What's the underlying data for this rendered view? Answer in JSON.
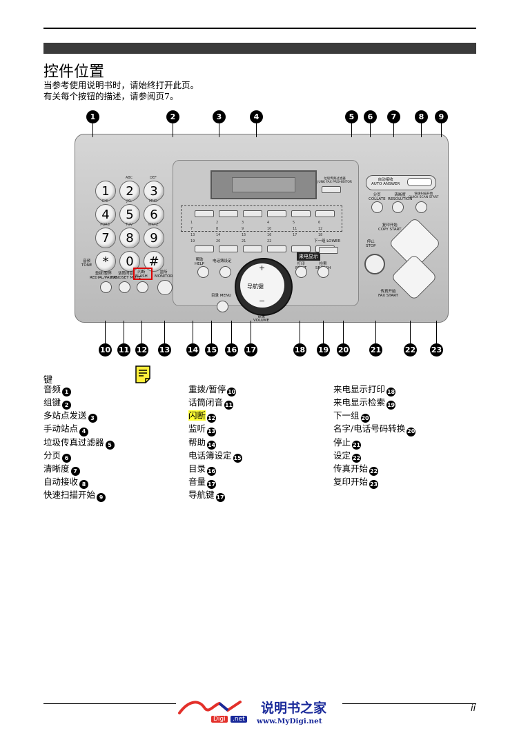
{
  "page": {
    "title": "控件位置",
    "intro_1": "当参考使用说明书时，请始终打开此页。",
    "intro_2": "有关每个按钮的描述，请参阅页7。",
    "page_number": "ii"
  },
  "diagram": {
    "callouts_top": [
      "1",
      "2",
      "3",
      "4",
      "5",
      "6",
      "7",
      "8",
      "9"
    ],
    "callouts_bottom": [
      "10",
      "11",
      "12",
      "13",
      "14",
      "15",
      "16",
      "17",
      "18",
      "19",
      "20",
      "21",
      "22",
      "23"
    ],
    "keypad": {
      "keys": [
        "1",
        "2",
        "3",
        "4",
        "5",
        "6",
        "7",
        "8",
        "9",
        "*",
        "0",
        "#"
      ],
      "letters": [
        "",
        "ABC",
        "DEF",
        "GHI",
        "JKL",
        "MNO",
        "PQRS",
        "TUV",
        "WXYZ",
        "",
        "",
        ""
      ]
    },
    "labels": {
      "tone": "音频\nTONE",
      "redial": "重拨/暂停\nREDIAL/PAUSE",
      "mute": "话筒闭音\nHANDSET MUTE",
      "flash": "闪断\nFLASH",
      "monitor": "监听\nMONITOR",
      "help": "帮助\nHELP",
      "phonebook": "电话簿设定",
      "menu": "目录 MENU",
      "navigator": "导航键",
      "volume": "音量\nVOLUME",
      "caller_id": "来电显示",
      "print": "打印\nPRINT",
      "search": "检索\nSEARCH",
      "lower": "下一组 LOWER",
      "junk_fax": "垃圾传真过滤器\nJUNK FAX PROHIBITOR",
      "auto_answer": "自动接收\nAUTO ANSWER",
      "collate": "分页\nCOLLATE",
      "resolution": "清晰度\nRESOLUTION",
      "quick_scan": "快速扫描开始\nQUICK SCAN START",
      "copy_start": "复印开始\nCOPY START",
      "stop": "停止\nSTOP",
      "fax_start": "传真开始\nFAX START",
      "plus": "+",
      "minus": "−"
    },
    "station_numbers": [
      "1",
      "2",
      "3",
      "4",
      "5",
      "6",
      "7",
      "8",
      "9",
      "10",
      "11",
      "12",
      "13",
      "14",
      "15",
      "16",
      "17",
      "18",
      "19",
      "20",
      "21",
      "22"
    ]
  },
  "legend": {
    "heading": "键",
    "note_icon": "note-icon",
    "column_1": [
      {
        "text": "音频",
        "n": "1"
      },
      {
        "text": "组键",
        "n": "2"
      },
      {
        "text": "多站点发送",
        "n": "3"
      },
      {
        "text": "手动站点",
        "n": "4"
      },
      {
        "text": "垃圾传真过滤器",
        "n": "5"
      },
      {
        "text": "分页",
        "n": "6"
      },
      {
        "text": "清晰度",
        "n": "7"
      },
      {
        "text": "自动接收",
        "n": "8"
      },
      {
        "text": "快速扫描开始",
        "n": "9"
      }
    ],
    "column_2": [
      {
        "text": "重拨/暂停",
        "n": "10"
      },
      {
        "text": "话筒闭音",
        "n": "11"
      },
      {
        "text": "闪断",
        "n": "12"
      },
      {
        "text": "监听",
        "n": "13"
      },
      {
        "text": "帮助",
        "n": "14"
      },
      {
        "text": "电话簿设定",
        "n": "15"
      },
      {
        "text": "目录",
        "n": "16"
      },
      {
        "text": "音量",
        "n": "17"
      },
      {
        "text": "导航键",
        "n": "17"
      }
    ],
    "column_3": [
      {
        "text": "来电显示打印",
        "n": "18"
      },
      {
        "text": "来电显示检索",
        "n": "19"
      },
      {
        "text": "下一组",
        "n": "20"
      },
      {
        "text": "名字/电话号码转换",
        "n": "20"
      },
      {
        "text": "停止",
        "n": "21"
      },
      {
        "text": "设定",
        "n": "22"
      },
      {
        "text": "传真开始",
        "n": "22"
      },
      {
        "text": "复印开始",
        "n": "23"
      }
    ],
    "highlight_color": "#ffff33"
  },
  "footer": {
    "brand": "说明书之家",
    "url": "www.MyDigi.net",
    "tag_1": "Digi",
    "tag_2": ".net",
    "logo_text": "MY"
  }
}
